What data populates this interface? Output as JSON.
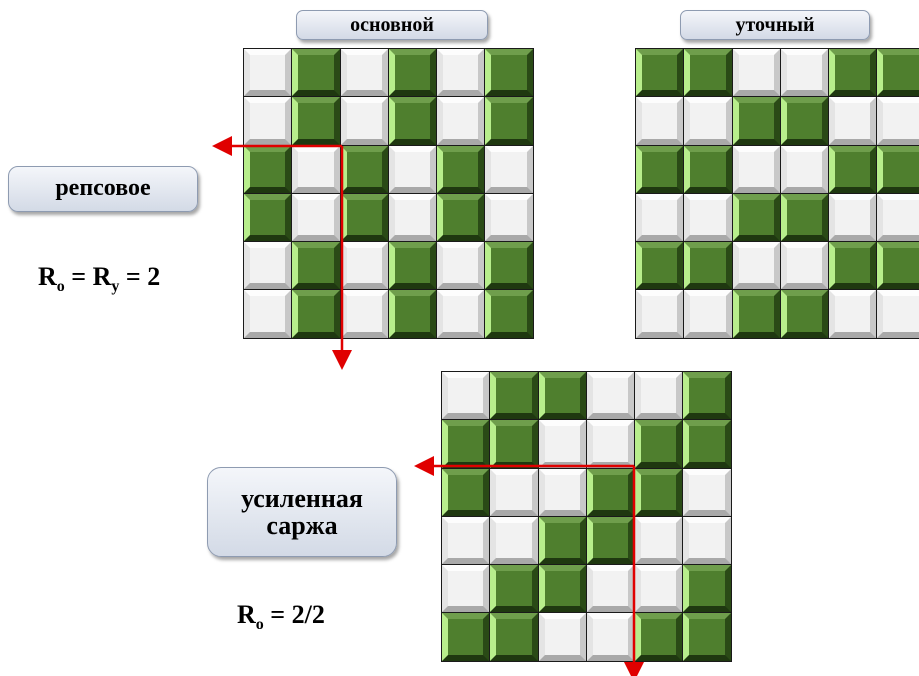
{
  "labels": {
    "warp": "основной",
    "weft": "уточный",
    "rep": "репсовое",
    "twill_line1": "усиленная",
    "twill_line2": "саржа"
  },
  "formulas": {
    "rep": {
      "R1": "R",
      "sub1": "o",
      "eq1": " = ",
      "R2": "R",
      "sub2": "y",
      "eq2": " = 2"
    },
    "twill": {
      "R": "R",
      "sub": "o",
      "value": " = 2/2"
    }
  },
  "colors": {
    "green": "#4f7f2e",
    "white": "#f2f2f2",
    "arrow": "#e00000"
  },
  "patterns": {
    "warp_rep": [
      "WGWGWG",
      "WGWGWG",
      "GWGWGW",
      "GWGWGW",
      "WGWGWG",
      "WGWGWG"
    ],
    "weft_rep": [
      "GGWWGG",
      "WWGGWW",
      "GGWWGG",
      "WWGGWW",
      "GGWWGG",
      "WWGGWW"
    ],
    "reinforced_twill": [
      "WGGWWG",
      "GGWWGG",
      "GWWGGW",
      "WWGGWW",
      "WGGWWG",
      "GGWWGG"
    ]
  }
}
